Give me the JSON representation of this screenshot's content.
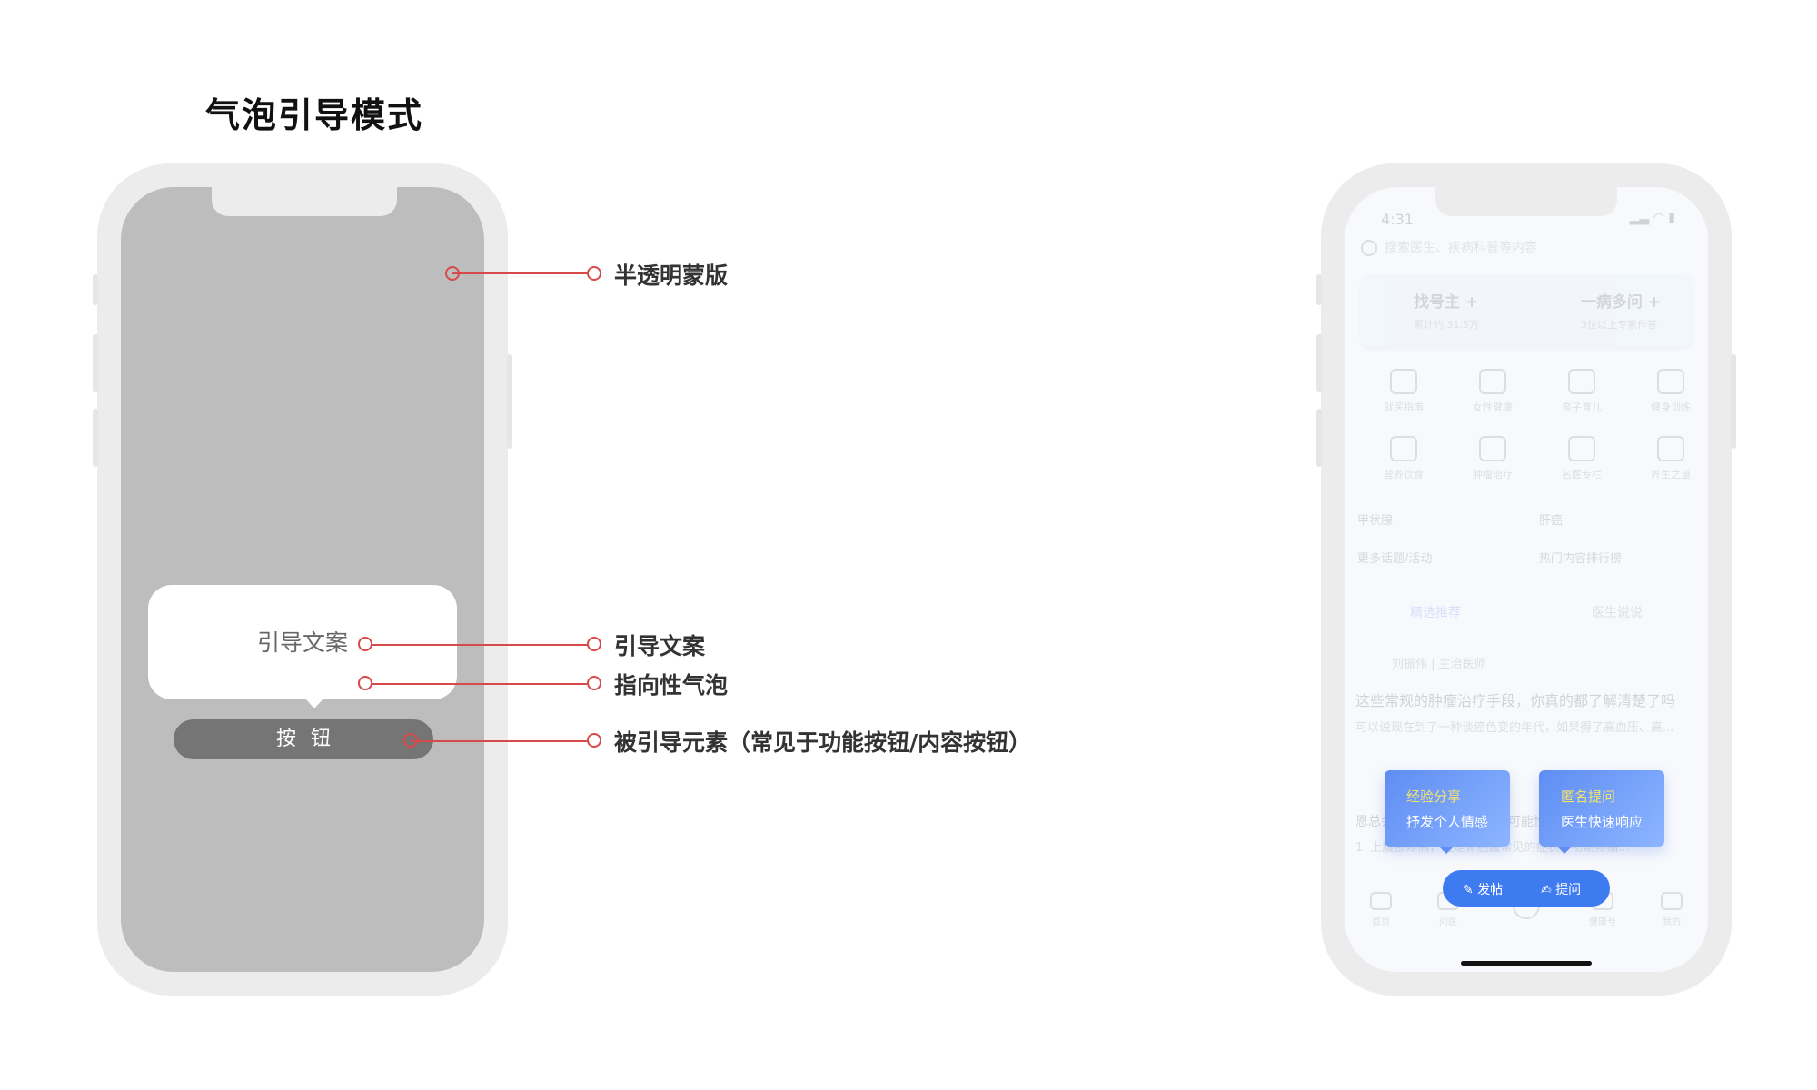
{
  "page": {
    "title": "气泡引导模式"
  },
  "wireframe": {
    "bubble_text": "引导文案",
    "button_label": "按钮"
  },
  "annotations": {
    "mask": "半透明蒙版",
    "guide_text": "引导文案",
    "bubble": "指向性气泡",
    "target": "被引导元素（常见于功能按钮/内容按钮）"
  },
  "example": {
    "status_time": "4:31",
    "search_placeholder": "搜索医生、疾病科普等内容",
    "cards": [
      {
        "title": "找号主 +",
        "sub": "累计约 31.5万"
      },
      {
        "title": "一病多问 +",
        "sub": "3位以上专家作答"
      }
    ],
    "grid": [
      "就医指南",
      "女性健康",
      "亲子育儿",
      "健身训练",
      "营养饮食",
      "肿瘤治疗",
      "名医专栏",
      "养生之道"
    ],
    "topics": [
      "甲状腺",
      "肝癌",
      "更多话题/活动",
      "热门内容排行榜"
    ],
    "tabs": [
      "精选推荐",
      "医生说说"
    ],
    "post": {
      "author": "刘振伟 | 主治医师",
      "title": "这些常规的肿瘤治疗手段，你真的都了解清楚了吗",
      "body": "可以说现在到了一种谈癌色变的年代，如果得了高血压、高...",
      "title2": "恩总会同步，癌的是否有了可能性...",
      "body2": "1. 上腹部疼痛，这是胃癌最常见的症状，初期疼痛..."
    },
    "tips": [
      {
        "title": "经验分享",
        "sub": "抒发个人情感"
      },
      {
        "title": "匿名提问",
        "sub": "医生快速响应"
      }
    ],
    "pill": {
      "post": "发帖",
      "ask": "提问"
    },
    "tabbar": [
      "首页",
      "问医",
      "",
      "健康号",
      "我的"
    ],
    "colors": {
      "accent": "#3f7bf0",
      "tip_title": "#f5e36b",
      "callout": "#d84a4a"
    }
  }
}
